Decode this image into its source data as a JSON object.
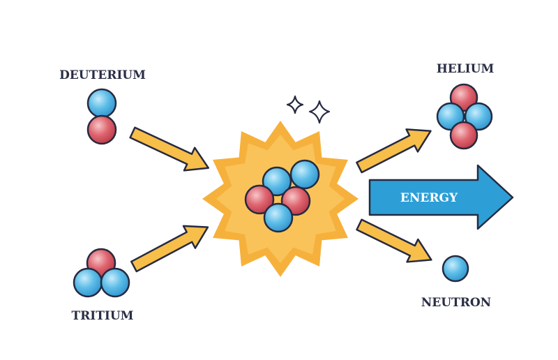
{
  "labels": {
    "deuterium": "DEUTERIUM",
    "tritium": "TRITIUM",
    "helium": "HELIUM",
    "neutron": "NEUTRON",
    "energy": "ENERGY"
  },
  "colors": {
    "proton": "#d9545f",
    "neutron": "#4fb3e3",
    "arrow": "#f7be4a",
    "burst": "#f6b13c",
    "energy_arrow": "#2d9fd6",
    "outline": "#262a40"
  }
}
